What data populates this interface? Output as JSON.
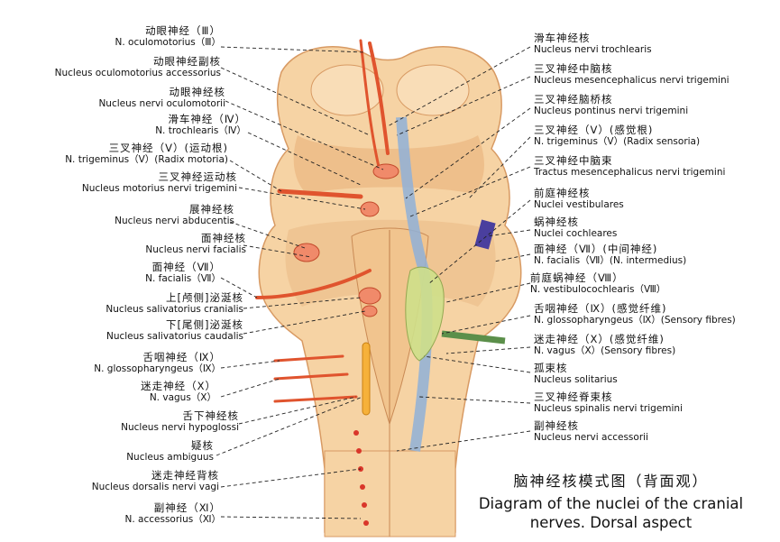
{
  "left_labels": [
    {
      "zh": "动眼神经（Ⅲ）",
      "en": "N. oculomotorius（Ⅲ）"
    },
    {
      "zh": "动眼神经副核",
      "en": "Nucleus oculomotorius accessorius"
    },
    {
      "zh": "动眼神经核",
      "en": "Nucleus nervi oculomotorii"
    },
    {
      "zh": "滑车神经（Ⅳ）",
      "en": "N. trochlearis（Ⅳ）"
    },
    {
      "zh": "三叉神经（Ⅴ）(运动根)",
      "en": "N. trigeminus（Ⅴ）(Radix motoria)"
    },
    {
      "zh": "三叉神经运动核",
      "en": "Nucleus motorius nervi trigemini"
    },
    {
      "zh": "展神经核",
      "en": "Nucleus nervi abducentis"
    },
    {
      "zh": "面神经核",
      "en": "Nucleus nervi facialis"
    },
    {
      "zh": "面神经（Ⅶ）",
      "en": "N. facialis（Ⅶ）"
    },
    {
      "zh": "上[颅侧]泌涎核",
      "en": "Nucleus salivatorius cranialis"
    },
    {
      "zh": "下[尾侧]泌涎核",
      "en": "Nucleus salivatorius caudalis"
    },
    {
      "zh": "舌咽神经（Ⅸ）",
      "en": "N. glossopharyngeus（Ⅸ）"
    },
    {
      "zh": "迷走神经（Ⅹ）",
      "en": "N. vagus（Ⅹ）"
    },
    {
      "zh": "舌下神经核",
      "en": "Nucleus nervi hypoglossi"
    },
    {
      "zh": "疑核",
      "en": "Nucleus ambiguus"
    },
    {
      "zh": "迷走神经背核",
      "en": "Nucleus dorsalis nervi vagi"
    },
    {
      "zh": "副神经（Ⅺ）",
      "en": "N. accessorius（Ⅺ）"
    }
  ],
  "right_labels": [
    {
      "zh": "滑车神经核",
      "en": "Nucleus nervi trochlearis"
    },
    {
      "zh": "三叉神经中脑核",
      "en": "Nucleus mesencephalicus nervi trigemini"
    },
    {
      "zh": "三叉神经脑桥核",
      "en": "Nucleus pontinus nervi trigemini"
    },
    {
      "zh": "三叉神经（Ⅴ）(感觉根)",
      "en": "N. trigeminus（Ⅴ）(Radix sensoria)"
    },
    {
      "zh": "三叉神经中脑束",
      "en": "Tractus mesencephalicus nervi trigemini"
    },
    {
      "zh": "前庭神经核",
      "en": "Nuclei vestibulares"
    },
    {
      "zh": "蜗神经核",
      "en": "Nuclei cochleares"
    },
    {
      "zh": "面神经（Ⅶ）(中间神经)",
      "en": "N. facialis（Ⅶ）(N. intermedius)"
    },
    {
      "zh": "前庭蜗神经（Ⅷ）",
      "en": "N. vestibulocochlearis（Ⅷ）"
    },
    {
      "zh": "舌咽神经（Ⅸ）(感觉纤维)",
      "en": "N. glossopharyngeus（Ⅸ）(Sensory fibres)"
    },
    {
      "zh": "迷走神经（Ⅹ）(感觉纤维)",
      "en": "N. vagus（Ⅹ）(Sensory fibres)"
    },
    {
      "zh": "孤束核",
      "en": "Nucleus solitarius"
    },
    {
      "zh": "三叉神经脊束核",
      "en": "Nucleus spinalis nervi trigemini"
    },
    {
      "zh": "副神经核",
      "en": "Nucleus nervi accessorii"
    }
  ],
  "caption": {
    "zh": "脑神经核模式图（背面观）",
    "en_line1": "Diagram of the nuclei of the cranial",
    "en_line2": "nerves.   Dorsal aspect"
  },
  "colors": {
    "brainstem": "#f6d3a4",
    "brainstem_shadow": "#e5a86f",
    "motor_nerve": "#e0542e",
    "sensory_tract": "#8fb0d8",
    "vestibular_nucleus": "#cfe08a",
    "cochlear_nerve": "#4a3f9e",
    "vagus_nerve": "#5b8f4a",
    "leader_line": "#222222"
  }
}
